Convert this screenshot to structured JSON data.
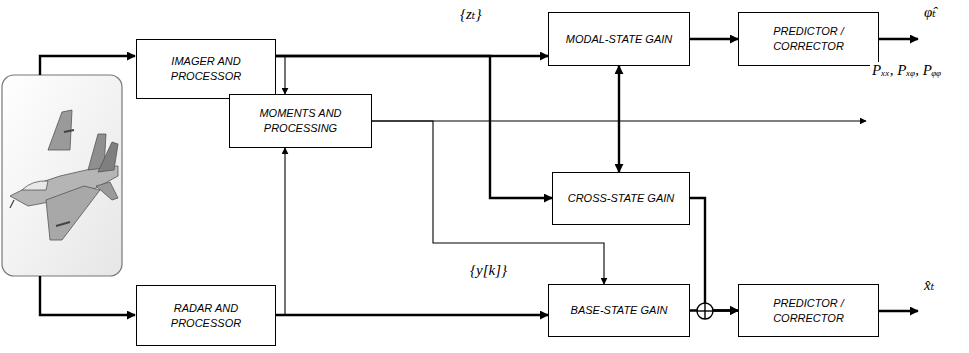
{
  "diagram": {
    "nodes": [
      {
        "text": [
          "IMAGER AND PROCESSOR"
        ]
      },
      {
        "text": [
          "MODAL-STATE GAIN"
        ]
      },
      {
        "text": [
          "PREDICTOR / CORRECTOR"
        ]
      },
      {
        "text": [
          "MOMENTS AND PROCESSING"
        ]
      },
      {
        "text": [
          "CROSS-STATE GAIN"
        ]
      },
      {
        "text": [
          "RADAR AND PROCESSOR"
        ]
      },
      {
        "text": [
          "BASE-STATE GAIN"
        ]
      },
      {
        "text": [
          "PREDICTOR / CORRECTOR"
        ]
      }
    ],
    "edges": [
      {
        "from": 0,
        "to": 1,
        "arrow": "to"
      },
      {
        "from": 0,
        "to": 3,
        "arrow": "to"
      },
      {
        "from": 0,
        "to": 4,
        "arrow": "to"
      },
      {
        "from": 1,
        "to": 4,
        "arrow": "both"
      },
      {
        "from": 1,
        "to": 2,
        "arrow": "to"
      },
      {
        "from": 5,
        "to": 3,
        "arrow": "to"
      },
      {
        "from": 5,
        "to": 6,
        "arrow": "to"
      },
      {
        "from": 3,
        "to": 6,
        "arrow": "to"
      },
      {
        "from": 4,
        "to": 7,
        "arrow": "to"
      },
      {
        "from": 6,
        "to": 7,
        "arrow": "to"
      }
    ],
    "labels": [
      "{zₜ}",
      "{y[k]}",
      "φ̂ₜ",
      "x̂ₜ",
      "Pₓₓ, Pₓᵩ, Pᵩᵩ"
    ]
  }
}
